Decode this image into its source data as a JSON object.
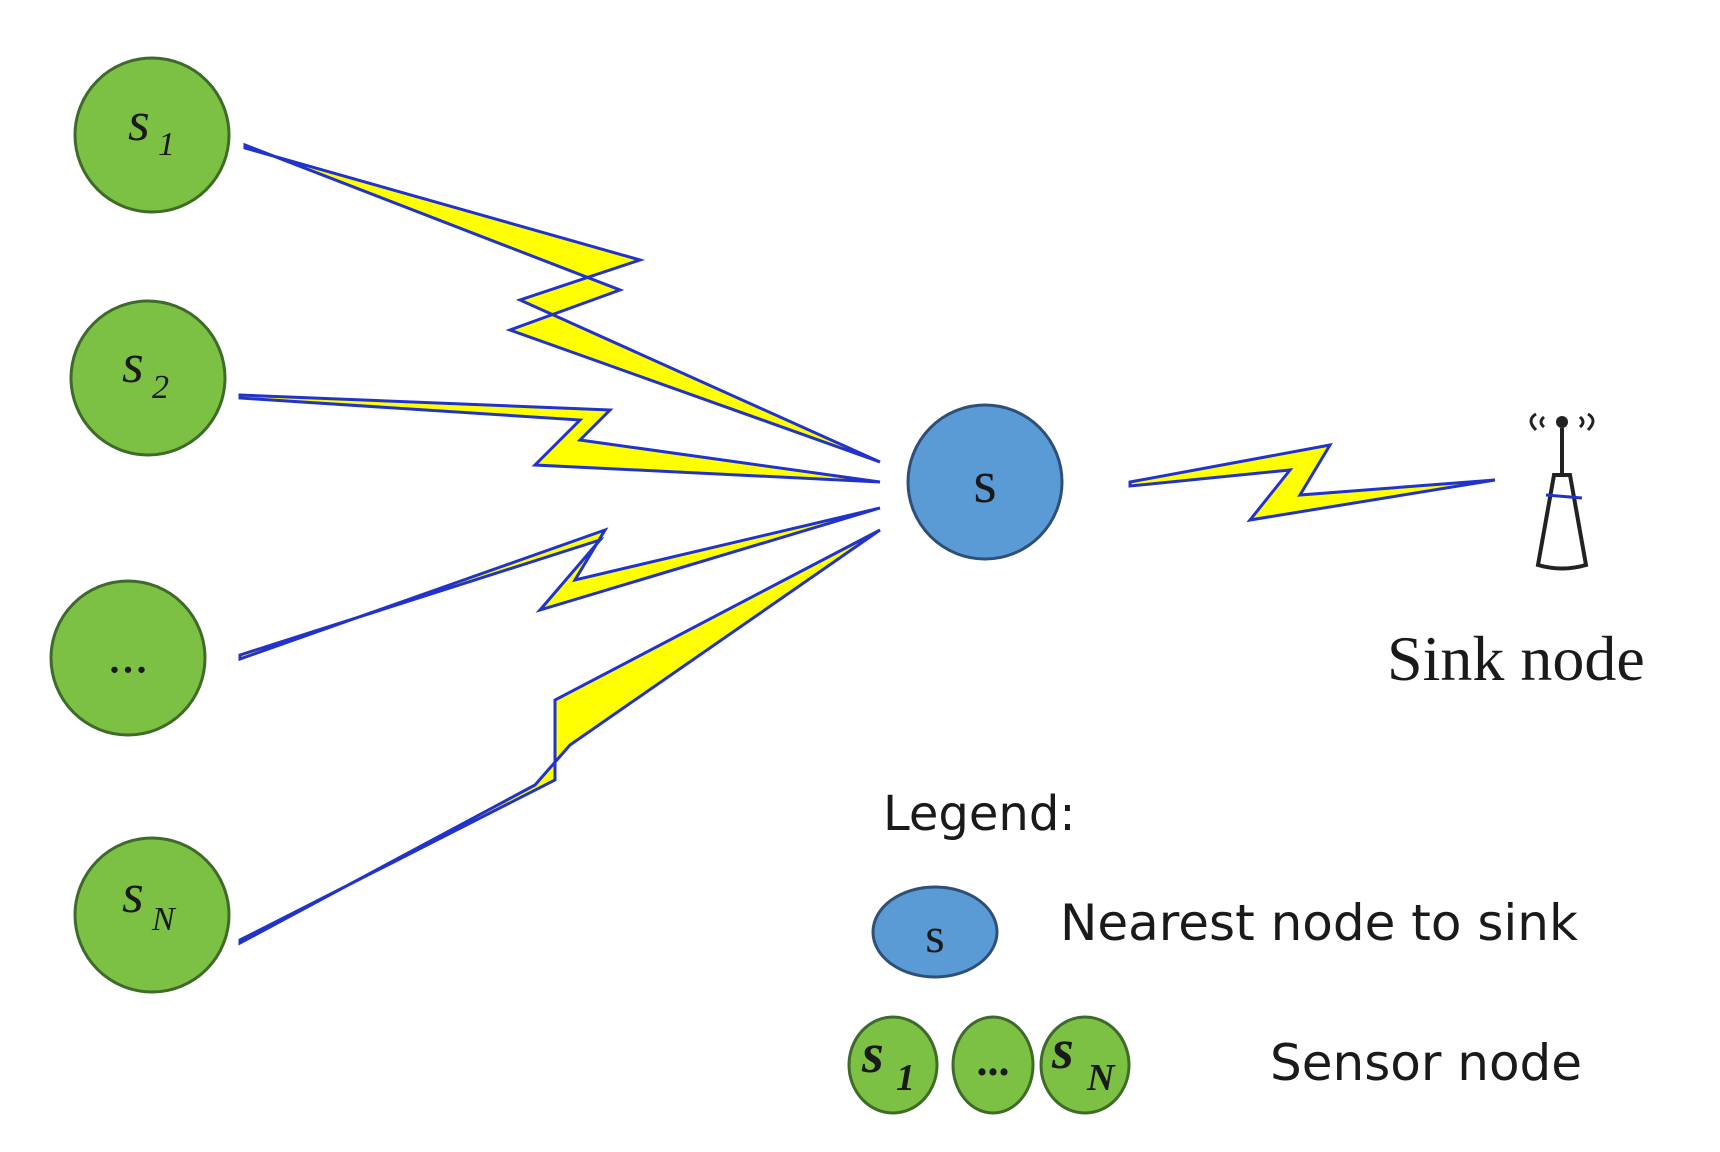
{
  "nodes": {
    "s1": {
      "main": "s",
      "sub": "1"
    },
    "s2": {
      "main": "s",
      "sub": "2"
    },
    "ellipsis": {
      "main": "..."
    },
    "sN": {
      "main": "s",
      "sub": "N"
    },
    "nearest": {
      "main": "s"
    }
  },
  "sink": {
    "label": "Sink node"
  },
  "legend": {
    "title": "Legend:",
    "nearest_label": "Nearest node to sink",
    "sensor_label": "Sensor node",
    "nearest_symbol": "s",
    "sensor_symbols": {
      "first": {
        "main": "s",
        "sub": "1"
      },
      "middle": "...",
      "last": {
        "main": "s",
        "sub": "N"
      }
    }
  },
  "colors": {
    "sensor_fill": "#7cc044",
    "sensor_stroke": "#3e6b2a",
    "nearest_fill": "#5b9bd5",
    "nearest_stroke": "#2e4f78",
    "link_fill": "#ffff00",
    "link_stroke": "#2233cc"
  },
  "icons": {
    "sink": "antenna-tower-icon",
    "link": "lightning-bolt-icon"
  }
}
